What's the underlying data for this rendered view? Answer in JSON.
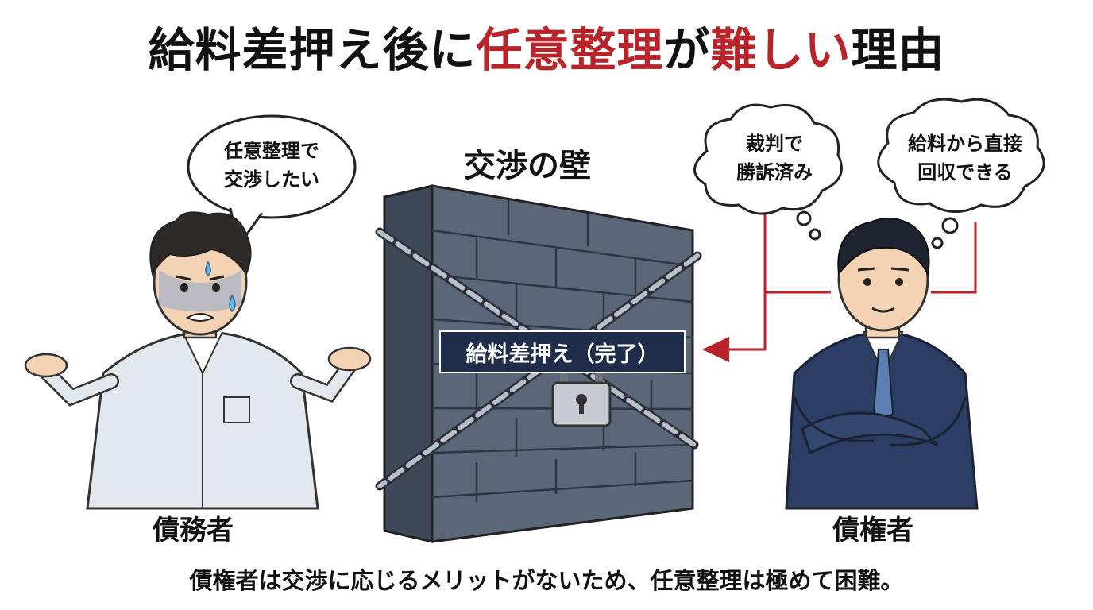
{
  "title": {
    "part1": "給料差押え後に",
    "part2": "任意整理",
    "part3": "が",
    "part4": "難しい",
    "part5": "理由"
  },
  "debtor": {
    "speech": [
      "任意整理で",
      "交渉したい"
    ],
    "label": "債務者"
  },
  "wall": {
    "label": "交渉の壁",
    "banner": "給料差押え（完了）"
  },
  "creditor": {
    "thought_left": [
      "裁判で",
      "勝訴済み"
    ],
    "thought_right": [
      "給料から直接",
      "回収できる"
    ],
    "label": "債権者"
  },
  "footer": "債権者は交渉に応じるメリットがないため、任意整理は極めて困難。",
  "colors": {
    "accent": "#b8242a",
    "wall": "#5b6778",
    "banner": "#1f2d4a",
    "suit": "#2c3e63"
  },
  "icons": [
    "padlock-icon",
    "chain-icon",
    "sweat-drop-icon",
    "thought-bubble-icon",
    "arrow-left-icon"
  ]
}
